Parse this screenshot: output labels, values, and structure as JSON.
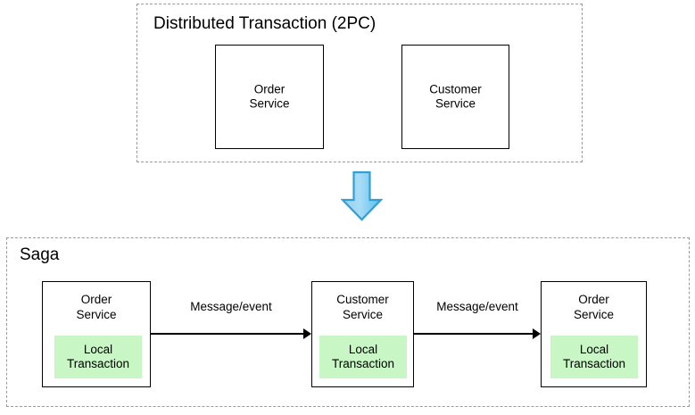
{
  "diagram": {
    "title_visible": false,
    "background": "#ffffff",
    "colors": {
      "box_border": "#000000",
      "group_border": "#9a9a9a",
      "local_transaction_fill": "#c8f7c5",
      "arrow_fill_light": "#a8dcf5",
      "arrow_fill_dark": "#5bc0ea",
      "arrow_stroke": "#2f9fd8",
      "text": "#000000"
    },
    "groups": [
      {
        "id": "two-phase-commit",
        "label": "Distributed Transaction (2PC)",
        "style": "dashed",
        "nodes": [
          {
            "id": "tpc-order-service",
            "label": "Order\nService"
          },
          {
            "id": "tpc-customer-service",
            "label": "Customer\nService"
          }
        ]
      },
      {
        "id": "saga",
        "label": "Saga",
        "style": "dashed",
        "nodes": [
          {
            "id": "saga-order-service-1",
            "label": "Order\nService",
            "local_transaction": "Local\nTransaction"
          },
          {
            "id": "saga-customer-service",
            "label": "Customer\nService",
            "local_transaction": "Local\nTransaction"
          },
          {
            "id": "saga-order-service-2",
            "label": "Order\nService",
            "local_transaction": "Local\nTransaction"
          }
        ],
        "edges": [
          {
            "id": "edge-1",
            "from": "saga-order-service-1",
            "to": "saga-customer-service",
            "label": "Message/event"
          },
          {
            "id": "edge-2",
            "from": "saga-customer-service",
            "to": "saga-order-service-2",
            "label": "Message/event"
          }
        ]
      }
    ],
    "transition": {
      "id": "transition-arrow",
      "icon": "down-arrow-icon",
      "direction": "down",
      "label": ""
    }
  }
}
